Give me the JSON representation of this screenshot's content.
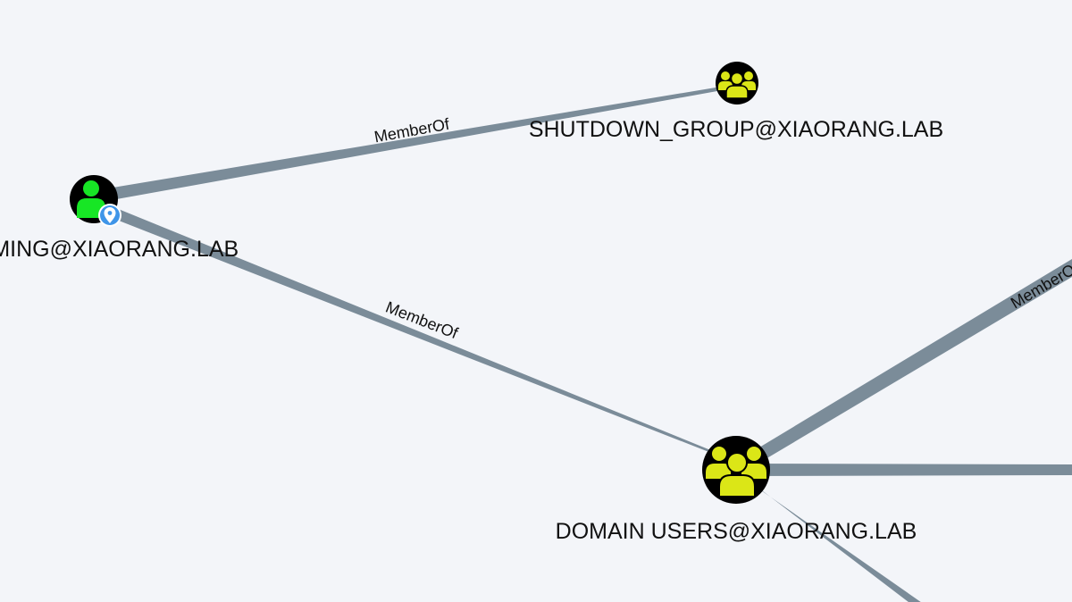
{
  "graph": {
    "nodes": [
      {
        "id": "user",
        "type": "user",
        "label": "DOMING@XIAORANG.LAB",
        "owned_marker": true
      },
      {
        "id": "shutdown",
        "type": "group",
        "label": "SHUTDOWN_GROUP@XIAORANG.LAB"
      },
      {
        "id": "domain_users",
        "type": "group",
        "label": "DOMAIN USERS@XIAORANG.LAB"
      }
    ],
    "edges": [
      {
        "id": "user-shutdown",
        "from": "user",
        "to": "shutdown",
        "label": "MemberOf"
      },
      {
        "id": "user-domain_users",
        "from": "user",
        "to": "domain_users",
        "label": "MemberOf"
      },
      {
        "id": "domain_users-offscreen-upper",
        "from": "domain_users",
        "to": "offscreen",
        "label": "MemberOf"
      },
      {
        "id": "domain_users-offscreen-right",
        "from": "domain_users",
        "to": "offscreen",
        "label": ""
      },
      {
        "id": "domain_users-offscreen-lower",
        "from": "domain_users",
        "to": "offscreen",
        "label": ""
      }
    ]
  },
  "colors": {
    "background": "#f3f5f9",
    "edge": "#7b8c99",
    "node_circle": "#000000",
    "user_icon": "#17e625",
    "group_icon": "#dbe617",
    "marker_fill": "#3f95e8",
    "marker_border": "#ffffff"
  },
  "icons": {
    "user": "user-icon",
    "group": "group-icon",
    "marker": "location-pin-icon"
  }
}
